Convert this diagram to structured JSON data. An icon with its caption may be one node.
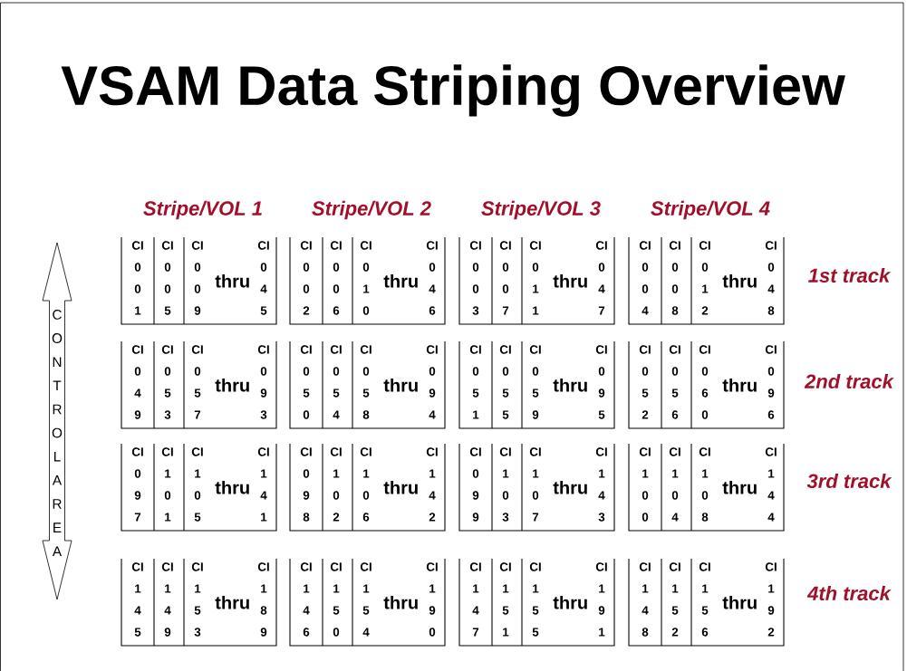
{
  "diagram": {
    "title": "VSAM Data Striping Overview",
    "nodes": [
      {
        "text": [
          "C O N T R O L A R E A"
        ]
      },
      {
        "text": [
          "thru"
        ]
      },
      {
        "text": [
          "CI 0 0 1"
        ],
        "in": 1
      },
      {
        "text": [
          "CI 0 0 5"
        ],
        "in": 1
      },
      {
        "text": [
          "CI 0 0 9"
        ],
        "in": 1
      },
      {
        "text": [
          "CI 0 4 5"
        ],
        "in": 1
      },
      {
        "text": [
          "thru"
        ]
      },
      {
        "text": [
          "CI 0 0 2"
        ],
        "in": 6
      },
      {
        "text": [
          "CI 0 0 6"
        ],
        "in": 6
      },
      {
        "text": [
          "CI 0 1 0"
        ],
        "in": 6
      },
      {
        "text": [
          "CI 0 4 6"
        ],
        "in": 6
      },
      {
        "text": [
          "thru"
        ]
      },
      {
        "text": [
          "CI 0 0 3"
        ],
        "in": 11
      },
      {
        "text": [
          "CI 0 0 7"
        ],
        "in": 11
      },
      {
        "text": [
          "CI 0 1 1"
        ],
        "in": 11
      },
      {
        "text": [
          "CI 0 4 7"
        ],
        "in": 11
      },
      {
        "text": [
          "thru"
        ]
      },
      {
        "text": [
          "CI 0 0 4"
        ],
        "in": 16
      },
      {
        "text": [
          "CI 0 0 8"
        ],
        "in": 16
      },
      {
        "text": [
          "CI 0 1 2"
        ],
        "in": 16
      },
      {
        "text": [
          "CI 0 4 8"
        ],
        "in": 16
      },
      {
        "text": [
          "thru"
        ]
      },
      {
        "text": [
          "CI 0 4 9"
        ],
        "in": 21
      },
      {
        "text": [
          "CI 0 5 3"
        ],
        "in": 21
      },
      {
        "text": [
          "CI 0 5 7"
        ],
        "in": 21
      },
      {
        "text": [
          "CI 0 9 3"
        ],
        "in": 21
      },
      {
        "text": [
          "thru"
        ]
      },
      {
        "text": [
          "CI 0 5 0"
        ],
        "in": 26
      },
      {
        "text": [
          "CI 0 5 4"
        ],
        "in": 26
      },
      {
        "text": [
          "CI 0 5 8"
        ],
        "in": 26
      },
      {
        "text": [
          "CI 0 9 4"
        ],
        "in": 26
      },
      {
        "text": [
          "thru"
        ]
      },
      {
        "text": [
          "CI 0 5 1"
        ],
        "in": 31
      },
      {
        "text": [
          "CI 0 5 5"
        ],
        "in": 31
      },
      {
        "text": [
          "CI 0 5 9"
        ],
        "in": 31
      },
      {
        "text": [
          "CI 0 9 5"
        ],
        "in": 31
      },
      {
        "text": [
          "thru"
        ]
      },
      {
        "text": [
          "CI 0 5 2"
        ],
        "in": 36
      },
      {
        "text": [
          "CI 0 5 6"
        ],
        "in": 36
      },
      {
        "text": [
          "CI 0 6 0"
        ],
        "in": 36
      },
      {
        "text": [
          "CI 0 9 6"
        ],
        "in": 36
      },
      {
        "text": [
          "thru"
        ]
      },
      {
        "text": [
          "CI 0 9 7"
        ],
        "in": 41
      },
      {
        "text": [
          "CI 1 0 1"
        ],
        "in": 41
      },
      {
        "text": [
          "CI 1 0 5"
        ],
        "in": 41
      },
      {
        "text": [
          "CI 1 4 1"
        ],
        "in": 41
      },
      {
        "text": [
          "thru"
        ]
      },
      {
        "text": [
          "CI 0 9 8"
        ],
        "in": 46
      },
      {
        "text": [
          "CI 1 0 2"
        ],
        "in": 46
      },
      {
        "text": [
          "CI 1 0 6"
        ],
        "in": 46
      },
      {
        "text": [
          "CI 1 4 2"
        ],
        "in": 46
      },
      {
        "text": [
          "thru"
        ]
      },
      {
        "text": [
          "CI 0 9 9"
        ],
        "in": 51
      },
      {
        "text": [
          "CI 1 0 3"
        ],
        "in": 51
      },
      {
        "text": [
          "CI 1 0 7"
        ],
        "in": 51
      },
      {
        "text": [
          "CI 1 4 3"
        ],
        "in": 51
      },
      {
        "text": [
          "thru"
        ]
      },
      {
        "text": [
          "CI 1 0 0"
        ],
        "in": 56
      },
      {
        "text": [
          "CI 1 0 4"
        ],
        "in": 56
      },
      {
        "text": [
          "CI 1 0 8"
        ],
        "in": 56
      },
      {
        "text": [
          "CI 1 4 4"
        ],
        "in": 56
      },
      {
        "text": [
          "thru"
        ]
      },
      {
        "text": [
          "CI 1 4 5"
        ],
        "in": 61
      },
      {
        "text": [
          "CI 1 4 9"
        ],
        "in": 61
      },
      {
        "text": [
          "CI 1 5 3"
        ],
        "in": 61
      },
      {
        "text": [
          "CI 1 8 9"
        ],
        "in": 61
      },
      {
        "text": [
          "thru"
        ]
      },
      {
        "text": [
          "CI 1 4 6"
        ],
        "in": 66
      },
      {
        "text": [
          "CI 1 5 0"
        ],
        "in": 66
      },
      {
        "text": [
          "CI 1 5 4"
        ],
        "in": 66
      },
      {
        "text": [
          "CI 1 9 0"
        ],
        "in": 66
      },
      {
        "text": [
          "thru"
        ]
      },
      {
        "text": [
          "CI 1 4 7"
        ],
        "in": 71
      },
      {
        "text": [
          "CI 1 5 1"
        ],
        "in": 71
      },
      {
        "text": [
          "CI 1 5 5"
        ],
        "in": 71
      },
      {
        "text": [
          "CI 1 9 1"
        ],
        "in": 71
      },
      {
        "text": [
          "thru"
        ]
      },
      {
        "text": [
          "CI 1 4 8"
        ],
        "in": 76
      },
      {
        "text": [
          "CI 1 5 2"
        ],
        "in": 76
      },
      {
        "text": [
          "CI 1 5 6"
        ],
        "in": 76
      },
      {
        "text": [
          "CI 1 9 2"
        ],
        "in": 76
      }
    ],
    "labels": [
      "Stripe/VOL 1",
      "Stripe/VOL 2",
      "Stripe/VOL 3",
      "Stripe/VOL 4",
      "1st track",
      "2nd track",
      "3rd track",
      "4th track"
    ]
  }
}
